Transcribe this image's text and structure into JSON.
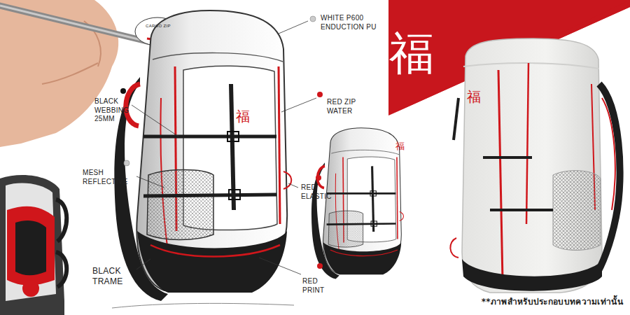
{
  "diagram": {
    "labels": [
      "CARGO ZIP",
      "WHITE P600 ENDUCTION PU",
      "BLACK WEBBING 25MM",
      "RED ZIP WATER",
      "MESH REFLECTIVE",
      "RED ELASTIC",
      "BLACK TRAME",
      "RED PRINT",
      "福",
      "福",
      "福",
      "福",
      "**ภาพสำหรับประกอบบทความเท่านั้น"
    ]
  }
}
